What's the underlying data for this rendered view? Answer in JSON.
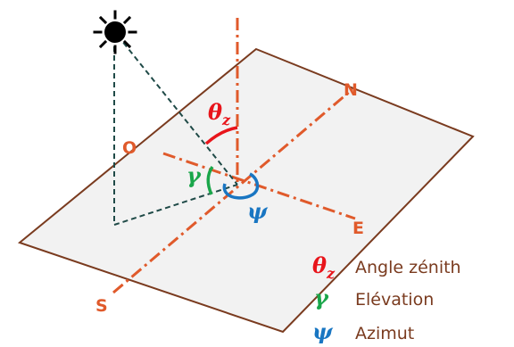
{
  "directions": {
    "north": "N",
    "south": "S",
    "east": "E",
    "west": "O"
  },
  "angles": {
    "zenith": {
      "symbol": "θ",
      "subscript": "z",
      "color": "#e8151b"
    },
    "elevation": {
      "symbol": "γ",
      "color": "#1aa64a"
    },
    "azimuth": {
      "symbol": "ψ",
      "color": "#1976c2"
    }
  },
  "legend": {
    "zenith_label": "Angle zénith",
    "elevation_label": "Elévation",
    "azimuth_label": "Azimut"
  },
  "colors": {
    "plane_fill": "#f2f2f2",
    "plane_stroke": "#7a3b1f",
    "axis": "#e05a2b",
    "projection_lines": "#1f4a47",
    "sun": "#000000"
  },
  "icons": {
    "sun": "sun-icon"
  }
}
